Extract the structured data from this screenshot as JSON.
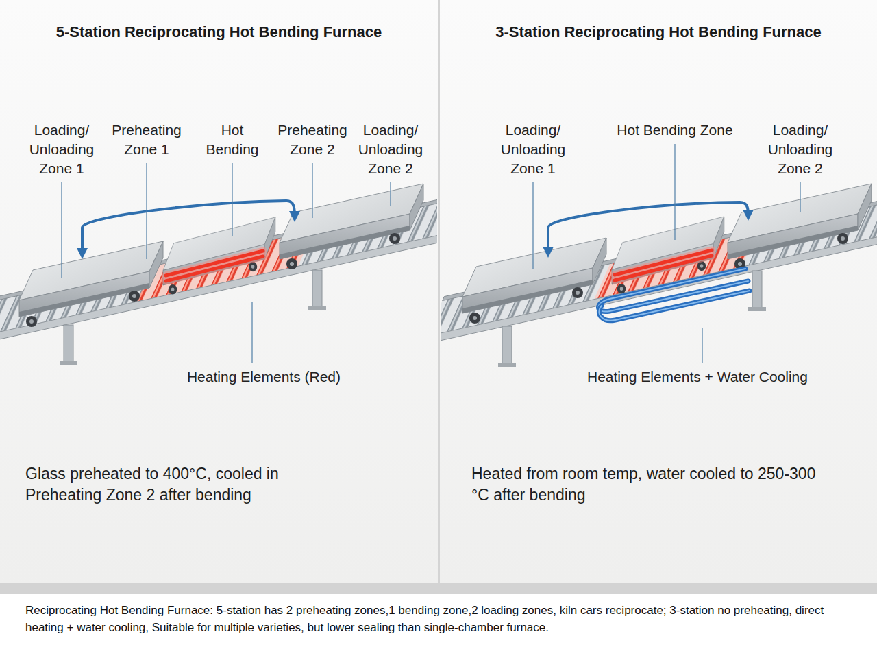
{
  "diagram": {
    "caption": "Reciprocating Hot Bending Furnace: 5-station has 2 preheating zones,1 bending zone,2 loading zones, kiln cars reciprocate; 3-station no preheating, direct heating + water cooling, Suitable for multiple varieties, but lower sealing than single-chamber furnace.",
    "nodes": [
      {
        "text": [
          "5-Station Reciprocating Hot Bending Furnace",
          "Glass preheated to 400°C, cooled in Preheating Zone 2 after bending"
        ]
      },
      {
        "text": [
          "3-Station Reciprocating Hot Bending Furnace",
          "Heated from room temp, water cooled to 250-300 °C after bending"
        ]
      }
    ],
    "labels": [
      "Loading/ Unloading Zone 1",
      "Preheating Zone 1",
      "Hot Bending",
      "Preheating Zone 2",
      "Loading/ Unloading Zone 2",
      "Heating Elements (Red)",
      "Loading/ Unloading Zone 1",
      "Hot Bending Zone",
      "Loading/ Unloading Zone 2",
      "Heating Elements + Water Cooling"
    ]
  }
}
